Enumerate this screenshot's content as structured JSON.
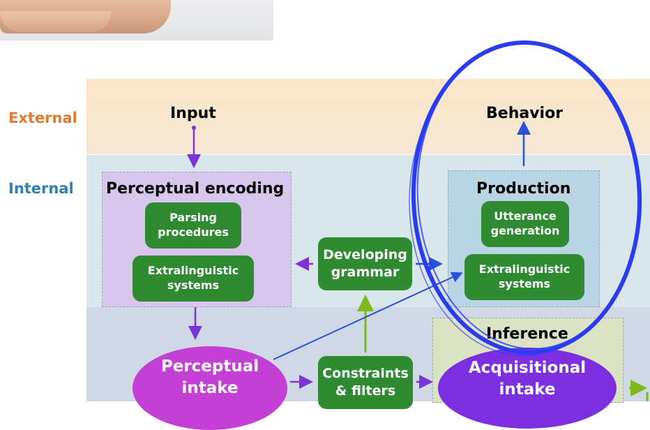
{
  "labels": {
    "external": "External",
    "internal": "Internal",
    "input": "Input",
    "behavior": "Behavior",
    "perceptual_encoding": "Perceptual encoding",
    "parsing_procedures": "Parsing procedures",
    "extralinguistic_systems_left": "Extralinguistic systems",
    "developing_grammar": "Developing grammar",
    "production": "Production",
    "utterance_generation": "Utterance generation",
    "extralinguistic_systems_right": "Extralinguistic systems",
    "inference": "Inference",
    "perceptual_intake": "Perceptual intake",
    "constraints_filters": "Constraints & filters",
    "acquisitional_intake": "Acquisitional intake"
  },
  "colors": {
    "external_label": "#e07a2e",
    "internal_label": "#2f82a8",
    "green_box": "#2e8b32",
    "perceptual_intake_ellipse": "#c33fd6",
    "acquisitional_intake_ellipse": "#7c2fe0",
    "purple_arrow": "#7a35d8",
    "green_arrow": "#7fb81a",
    "blue_arrow": "#2a4fd8",
    "highlight_ring": "#2a3cf0"
  }
}
